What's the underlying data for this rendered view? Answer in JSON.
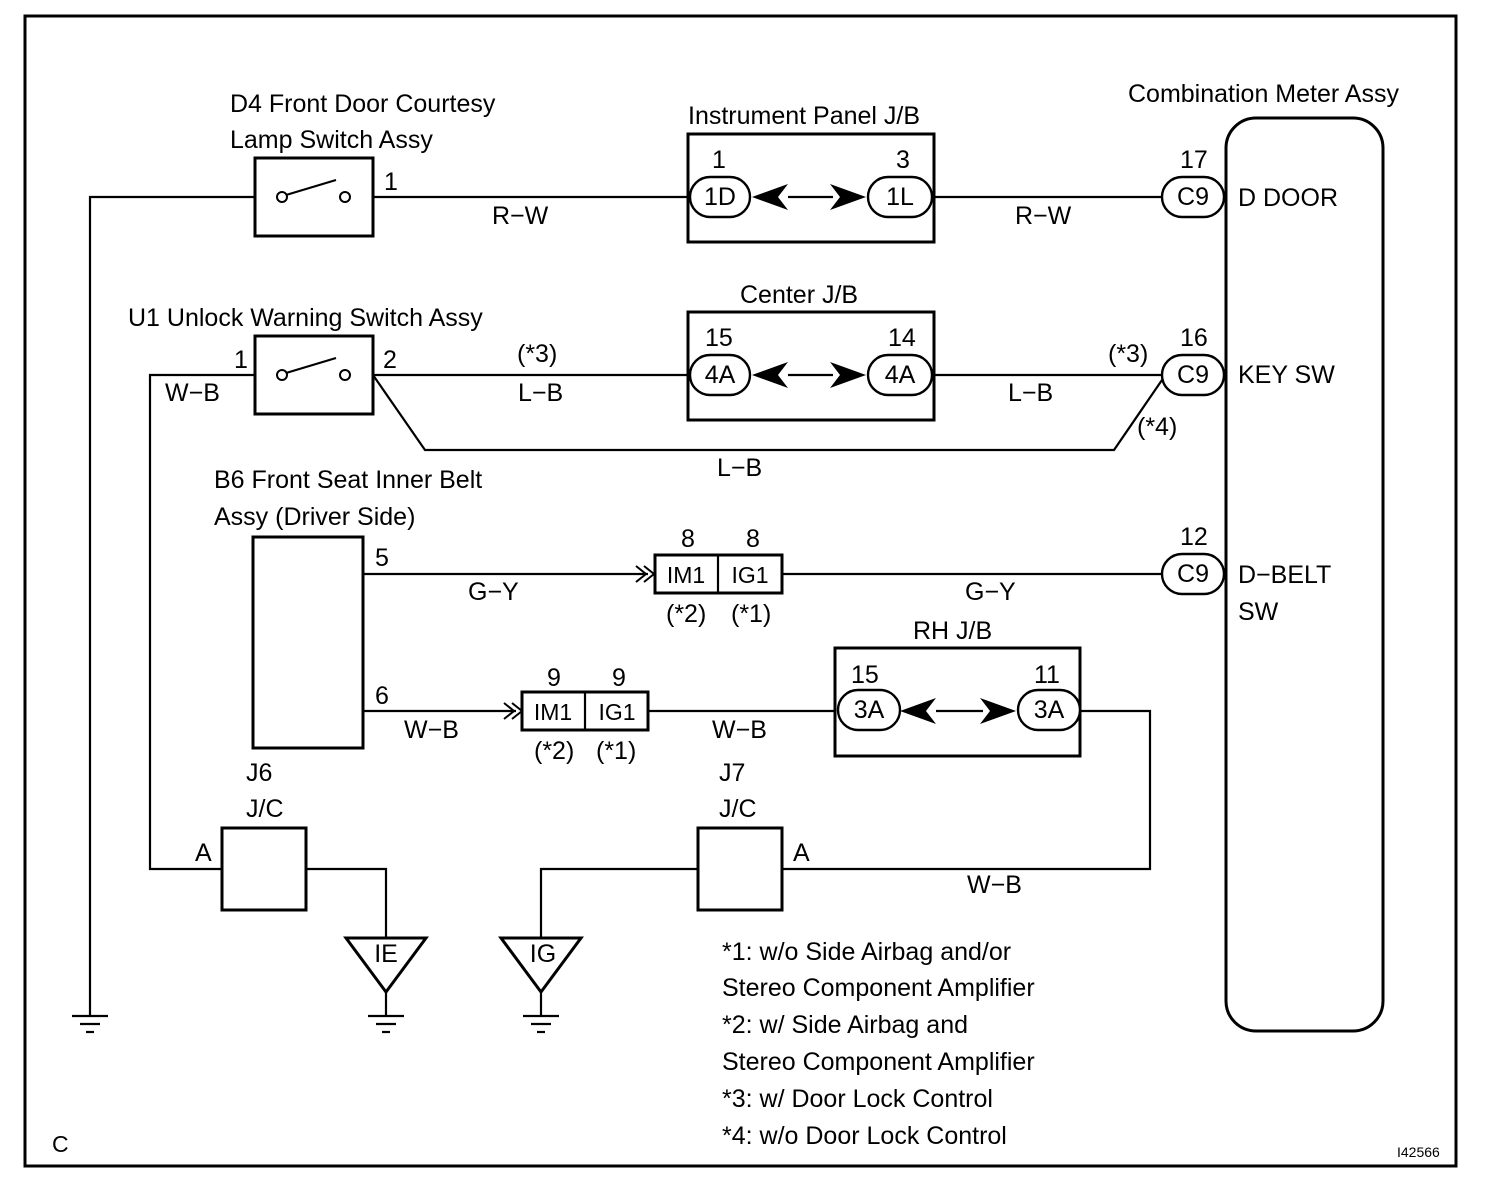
{
  "components": {
    "d4": {
      "line1": "D4 Front Door Courtesy",
      "line2": "Lamp Switch Assy",
      "pin": "1"
    },
    "u1": {
      "title": "U1 Unlock Warning Switch Assy",
      "pin_left": "1",
      "pin_right": "2"
    },
    "b6": {
      "line1": "B6 Front Seat Inner Belt",
      "line2": "Assy (Driver Side)",
      "pin_a": "5",
      "pin_b": "6"
    },
    "ip_jb": {
      "title": "Instrument Panel J/B",
      "pin_left": "1",
      "pin_right": "3",
      "conn_left": "1D",
      "conn_right": "1L"
    },
    "center_jb": {
      "title": "Center J/B",
      "pin_left": "15",
      "pin_right": "14",
      "conn_left": "4A",
      "conn_right": "4A"
    },
    "rh_jb": {
      "title": "RH J/B",
      "pin_left": "15",
      "pin_right": "11",
      "conn_left": "3A",
      "conn_right": "3A"
    },
    "conn_upper": {
      "pin_left": "8",
      "pin_right": "8",
      "left": "IM1",
      "right": "IG1",
      "note_left": "(*2)",
      "note_right": "(*1)"
    },
    "conn_lower": {
      "pin_left": "9",
      "pin_right": "9",
      "left": "IM1",
      "right": "IG1",
      "note_left": "(*2)",
      "note_right": "(*1)"
    },
    "j6": {
      "name": "J6",
      "type": "J/C",
      "pin": "A"
    },
    "j7": {
      "name": "J7",
      "type": "J/C",
      "pin": "A"
    },
    "ground_ie": "IE",
    "ground_ig": "IG",
    "meter": {
      "title": "Combination Meter Assy",
      "d_door": {
        "pin": "17",
        "conn": "C9",
        "label": "D DOOR"
      },
      "key_sw": {
        "pin": "16",
        "conn": "C9",
        "label": "KEY SW"
      },
      "d_belt": {
        "pin": "12",
        "conn": "C9",
        "label_line1": "D−BELT",
        "label_line2": "SW"
      }
    }
  },
  "wires": {
    "rw_left": "R−W",
    "rw_right": "R−W",
    "lb_note3_left": "(*3)",
    "lb_left": "L−B",
    "lb_right": "L−B",
    "lb_note3_right": "(*3)",
    "lb_note4": "(*4)",
    "lb_bypass": "L−B",
    "wb_u1": "W−B",
    "gy_left": "G−Y",
    "gy_right": "G−Y",
    "wb_b6": "W−B",
    "wb_mid": "W−B",
    "wb_bottom": "W−B"
  },
  "notes": [
    "*1: w/o Side Airbag and/or",
    "Stereo Component Amplifier",
    "*2: w/ Side Airbag and",
    "Stereo Component Amplifier",
    "*3: w/ Door Lock Control",
    "*4: w/o Door Lock Control"
  ],
  "corner_label": "C",
  "figure_id": "I42566"
}
